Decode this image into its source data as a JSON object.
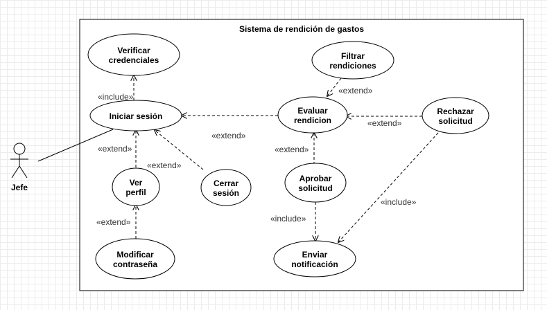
{
  "system": {
    "title": "Sistema de rendición de gastos"
  },
  "actor": {
    "name": "Jefe"
  },
  "use_cases": {
    "verificar": [
      "Verificar",
      "credenciales"
    ],
    "iniciar": [
      "Iniciar sesión"
    ],
    "ver_perfil": [
      "Ver",
      "perfil"
    ],
    "cerrar": [
      "Cerrar",
      "sesión"
    ],
    "modificar": [
      "Modificar",
      "contraseña"
    ],
    "filtrar": [
      "Filtrar",
      "rendiciones"
    ],
    "evaluar": [
      "Evaluar",
      "rendicion"
    ],
    "rechazar": [
      "Rechazar",
      "solicitud"
    ],
    "aprobar": [
      "Aprobar",
      "solicitud"
    ],
    "enviar": [
      "Enviar",
      "notificación"
    ]
  },
  "stereotypes": {
    "include": "«include»",
    "extend": "«extend»"
  },
  "colors": {
    "line": "#000000",
    "stroke": "#000000",
    "fill": "#ffffff"
  }
}
